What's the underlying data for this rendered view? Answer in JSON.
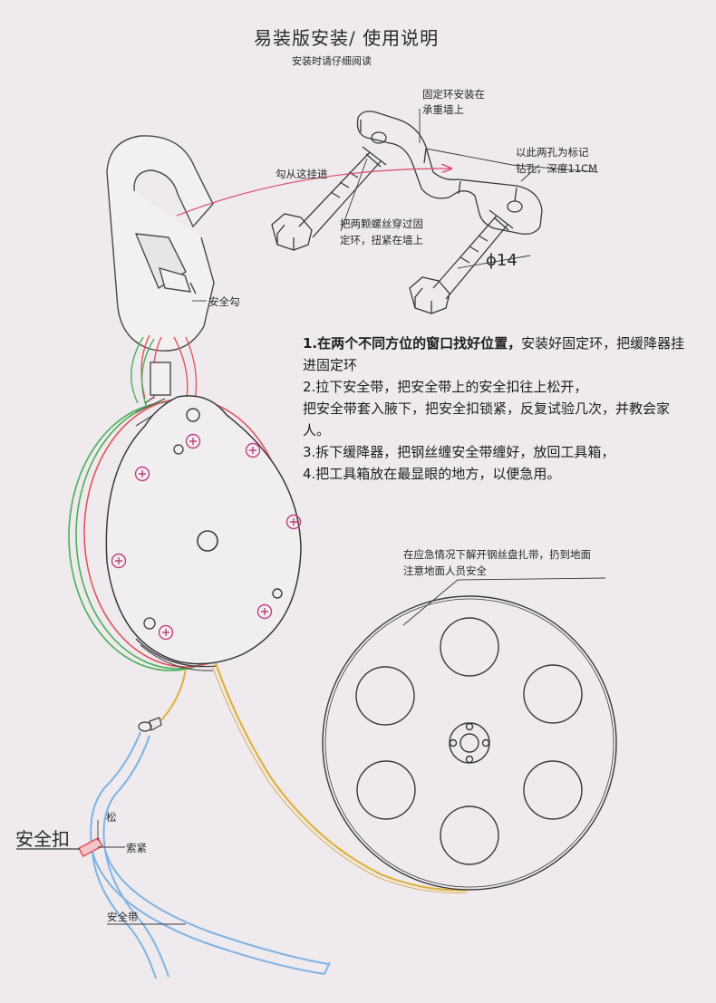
{
  "title": "易装版安装/ 使用说明",
  "subtitle": "安装时请仔细阅读",
  "labels": {
    "fixed_ring_line1": "固定环安装在",
    "fixed_ring_line2": "承重墙上",
    "mark_holes_line1": "以此两孔为标记",
    "mark_holes_line2": "钻孔，深度11CM",
    "hook_here": "勾从这挂进",
    "bolts_line1": "把两颗螺丝穿过固",
    "bolts_line2": "定环，扭紧在墙上",
    "diameter": "ϕ14",
    "safety_hook": "安全勾",
    "reel_line1": "在应急情况下解开钢丝盘扎带，扔到地面",
    "reel_line2": "注意地面人员安全",
    "loosen": "松",
    "tighten": "索紧",
    "safety_buckle": "安全扣",
    "safety_belt": "安全带"
  },
  "steps": {
    "s1_bold": "1.在两个不同方位的窗口找好位置，",
    "s1_rest": "安装好固定环，把缓降器挂进固定环",
    "s2a": "2.拉下安全带，把安全带上的安全扣往上松开，",
    "s2b": "把安全带套入腋下，把安全扣锁紧，反复试验几次，并教会家人。",
    "s3": "3.拆下缓降器，把钢丝缠安全带缠好，放回工具箱，",
    "s4": "4.把工具箱放在最显眼的地方，以便急用。"
  },
  "colors": {
    "paper": "#eeeaed",
    "line": "#3a3a3a",
    "green": "#4caf5a",
    "red": "#e2555d",
    "pink_screw": "#c0407a",
    "yellow_cable": "#e0b23a",
    "blue_belt": "#7fb3e3",
    "arrow": "#d94a6a"
  }
}
